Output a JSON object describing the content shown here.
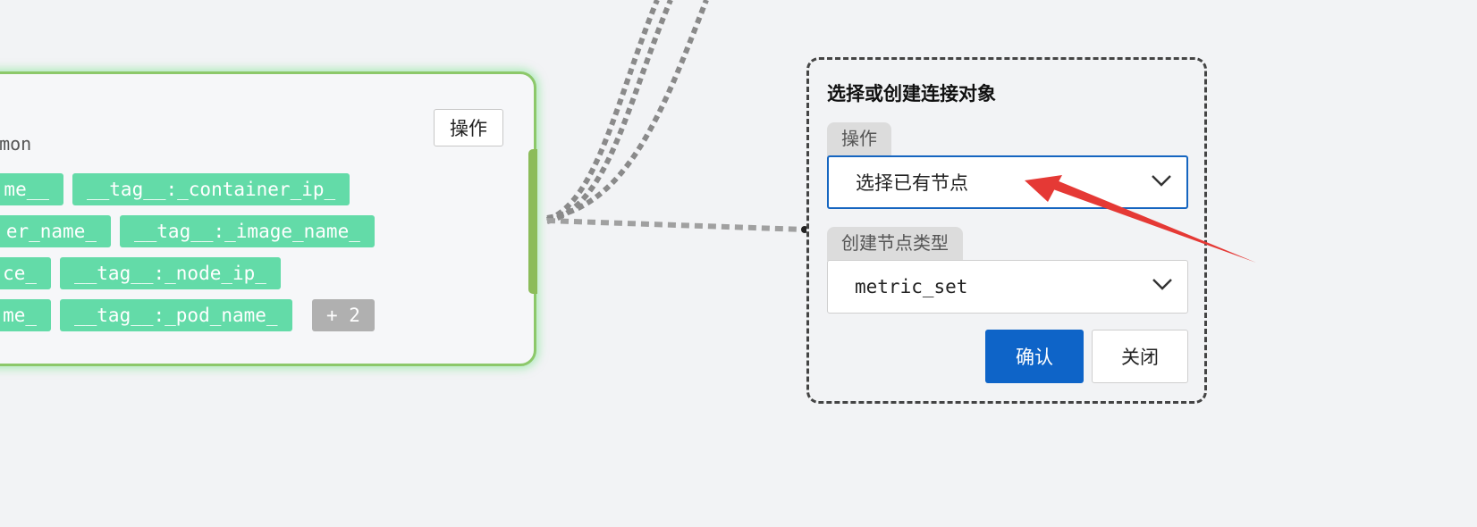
{
  "node": {
    "title_fragment": "ommon",
    "action_label": "操作",
    "tags": [
      "me__",
      "__tag__:_container_ip_",
      "er_name_",
      "__tag__:_image_name_",
      "ce_",
      "__tag__:_node_ip_",
      "me_",
      "__tag__:_pod_name_"
    ],
    "more_tag": "+ 2"
  },
  "dialog": {
    "title": "选择或创建连接对象",
    "operation": {
      "label": "操作",
      "value": "选择已有节点"
    },
    "node_type": {
      "label": "创建节点类型",
      "value": "metric_set"
    },
    "confirm_label": "确认",
    "close_label": "关闭"
  },
  "icons": {
    "dropdown": "chevron-down-icon"
  },
  "colors": {
    "tag": "#63dba8",
    "primary": "#0e64c8",
    "card_border": "#8cc86a",
    "annotation": "#e53935"
  }
}
